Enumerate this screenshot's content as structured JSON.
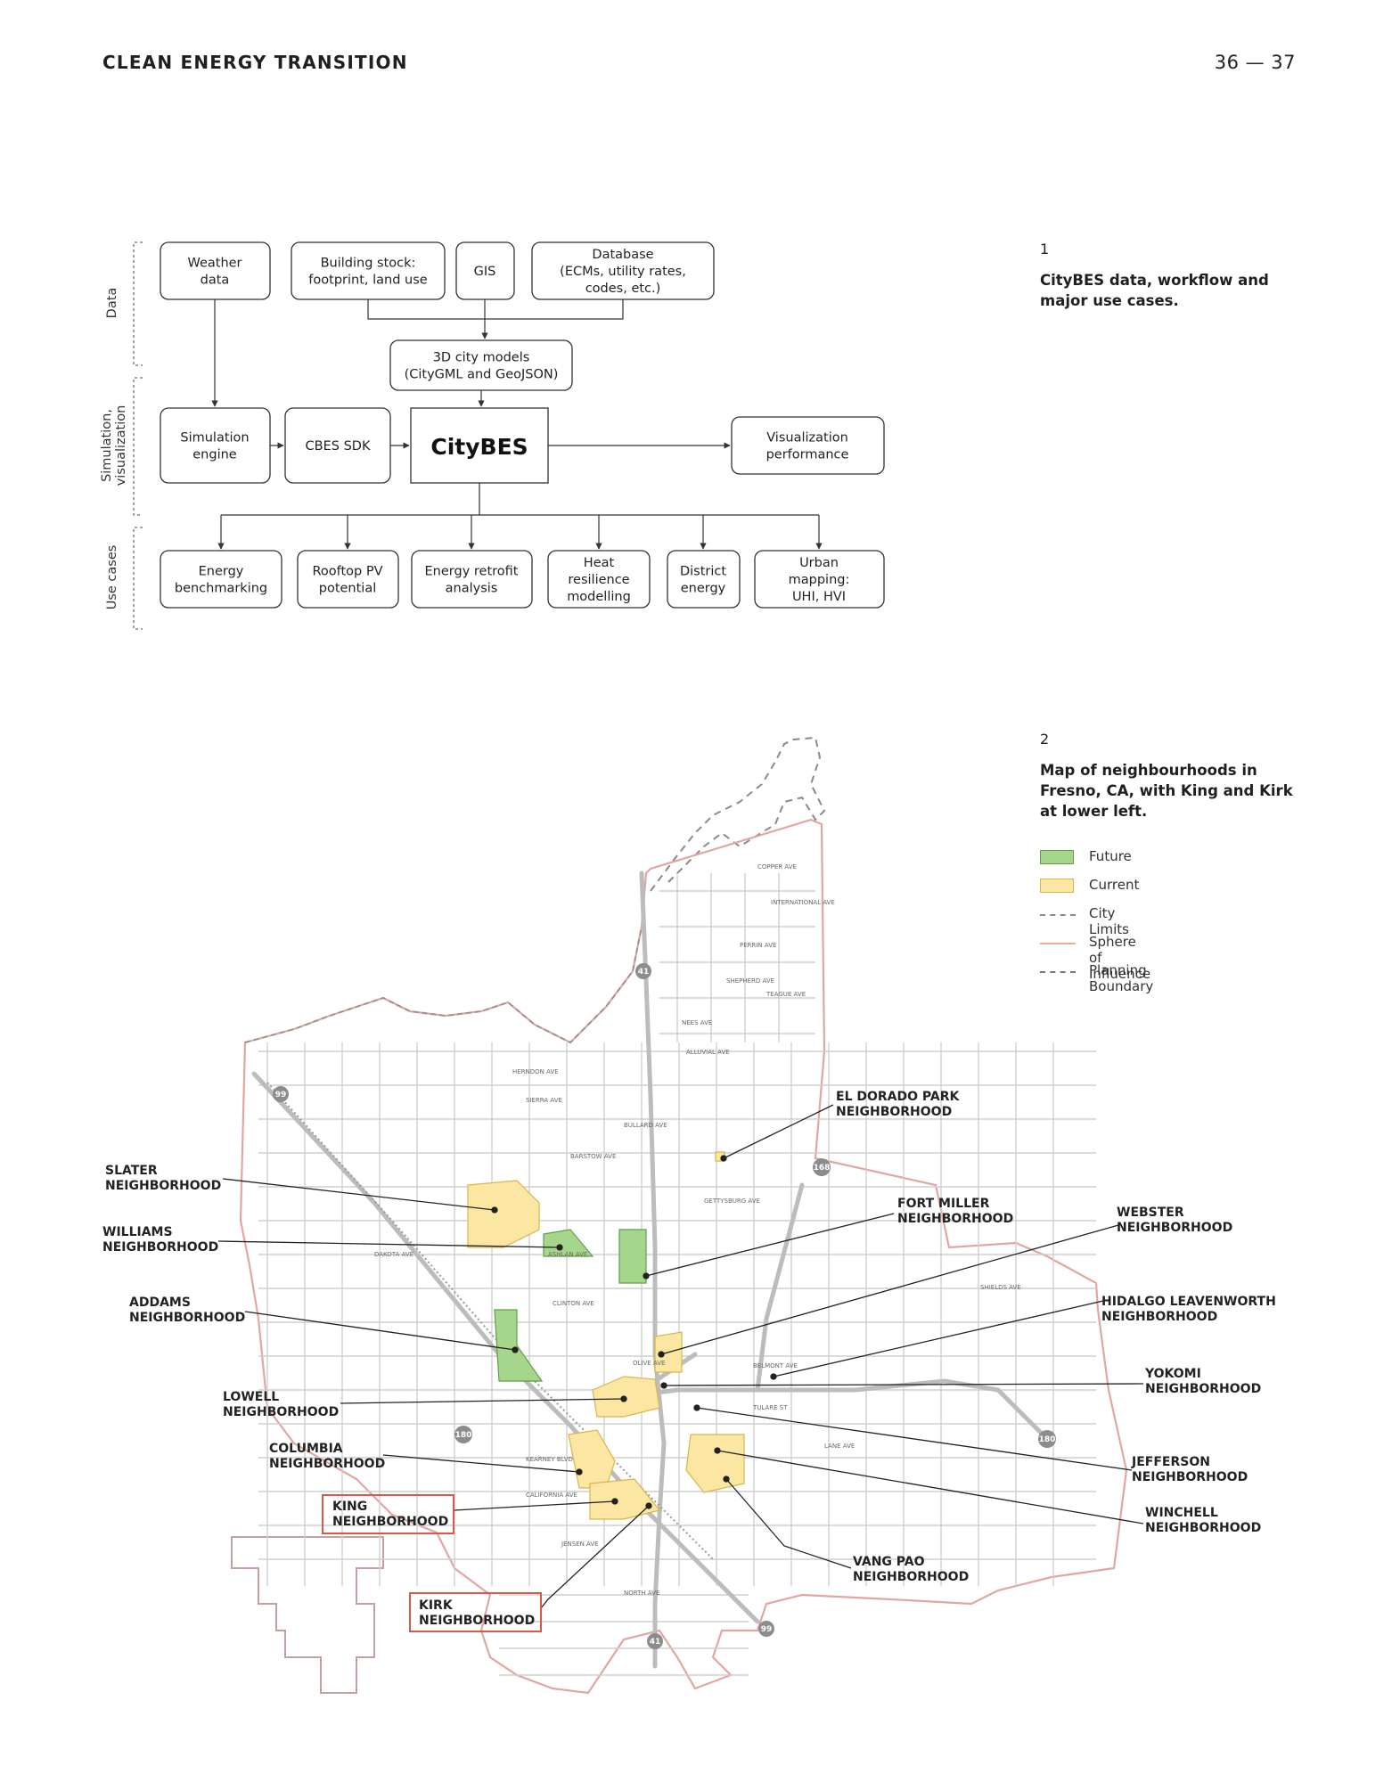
{
  "header": {
    "title": "CLEAN ENERGY TRANSITION",
    "page": "36 — 37"
  },
  "diagram": {
    "categories": [
      "Data",
      "Simulation, visualization",
      "Use cases"
    ],
    "boxes": {
      "weather": [
        "Weather",
        "data"
      ],
      "building": [
        "Building stock:",
        "footprint, land use"
      ],
      "gis": [
        "GIS"
      ],
      "database": [
        "Database",
        "(ECMs, utility rates,",
        "codes, etc.)"
      ],
      "models": [
        "3D city models",
        "(CityGML and GeoJSON)"
      ],
      "simengine": [
        "Simulation",
        "engine"
      ],
      "sdk": [
        "CBES SDK"
      ],
      "citybes": [
        "CityBES"
      ],
      "visualization": [
        "Visualization",
        "performance"
      ],
      "energybench": [
        "Energy",
        "benchmarking"
      ],
      "rooftop": [
        "Rooftop PV",
        "potential"
      ],
      "retrofit": [
        "Energy retrofit",
        "analysis"
      ],
      "heat": [
        "Heat",
        "resilience",
        "modelling"
      ],
      "district": [
        "District",
        "energy"
      ],
      "urban": [
        "Urban",
        "mapping:",
        "UHI, HVI"
      ]
    }
  },
  "captions": {
    "fig1": {
      "num": "1",
      "text": "CityBES data, workflow and major use cases."
    },
    "fig2": {
      "num": "2",
      "text": "Map of neighbourhoods in Fresno, CA, with King and Kirk at lower left."
    }
  },
  "legend": {
    "items": [
      {
        "label": "Future",
        "kind": "fill",
        "color": "#a6d68c",
        "stroke": "#5f9e4a"
      },
      {
        "label": "Current",
        "kind": "fill",
        "color": "#fbe6a2",
        "stroke": "#d9b54a"
      },
      {
        "label": "City Limits",
        "kind": "dash",
        "color": "#888888"
      },
      {
        "label": "Sphere of Influence",
        "kind": "solid",
        "color": "#e8ad8f"
      },
      {
        "label": "Planning Boundary",
        "kind": "dash",
        "color": "#777777"
      }
    ]
  },
  "map": {
    "neighborhoods": {
      "eldorado": [
        "EL DORADO PARK",
        "NEIGHBORHOOD"
      ],
      "slater": [
        "SLATER",
        "NEIGHBORHOOD"
      ],
      "williams": [
        "WILLIAMS",
        "NEIGHBORHOOD"
      ],
      "fortmiller": [
        "FORT MILLER",
        "NEIGHBORHOOD"
      ],
      "webster": [
        "WEBSTER",
        "NEIGHBORHOOD"
      ],
      "addams": [
        "ADDAMS",
        "NEIGHBORHOOD"
      ],
      "hidalgo": [
        "HIDALGO LEAVENWORTH",
        "NEIGHBORHOOD"
      ],
      "yokomi": [
        "YOKOMI",
        "NEIGHBORHOOD"
      ],
      "lowell": [
        "LOWELL",
        "NEIGHBORHOOD"
      ],
      "columbia": [
        "COLUMBIA",
        "NEIGHBORHOOD"
      ],
      "jefferson": [
        "JEFFERSON",
        "NEIGHBORHOOD"
      ],
      "king": [
        "KING",
        "NEIGHBORHOOD"
      ],
      "winchell": [
        "WINCHELL",
        "NEIGHBORHOOD"
      ],
      "vangpao": [
        "VANG PAO",
        "NEIGHBORHOOD"
      ],
      "kirk": [
        "KIRK",
        "NEIGHBORHOOD"
      ]
    },
    "streets": [
      "COPPER AVE",
      "INTERNATIONAL AVE",
      "PERRIN AVE",
      "SHEPHERD AVE",
      "TEAGUE AVE",
      "NEES AVE",
      "ALLUVIAL AVE",
      "HERNDON AVE",
      "SIERRA AVE",
      "BULLARD AVE",
      "BARSTOW AVE",
      "GETTYSBURG AVE",
      "ASHLAN AVE",
      "DAKOTA AVE",
      "SHIELDS AVE",
      "CLINTON AVE",
      "OLIVE AVE",
      "BELMONT AVE",
      "TULARE ST",
      "KEARNEY BLVD",
      "CALIFORNIA AVE",
      "JENSEN AVE",
      "NORTH AVE",
      "LANE AVE"
    ],
    "highways": [
      "41",
      "99",
      "168",
      "180"
    ]
  }
}
